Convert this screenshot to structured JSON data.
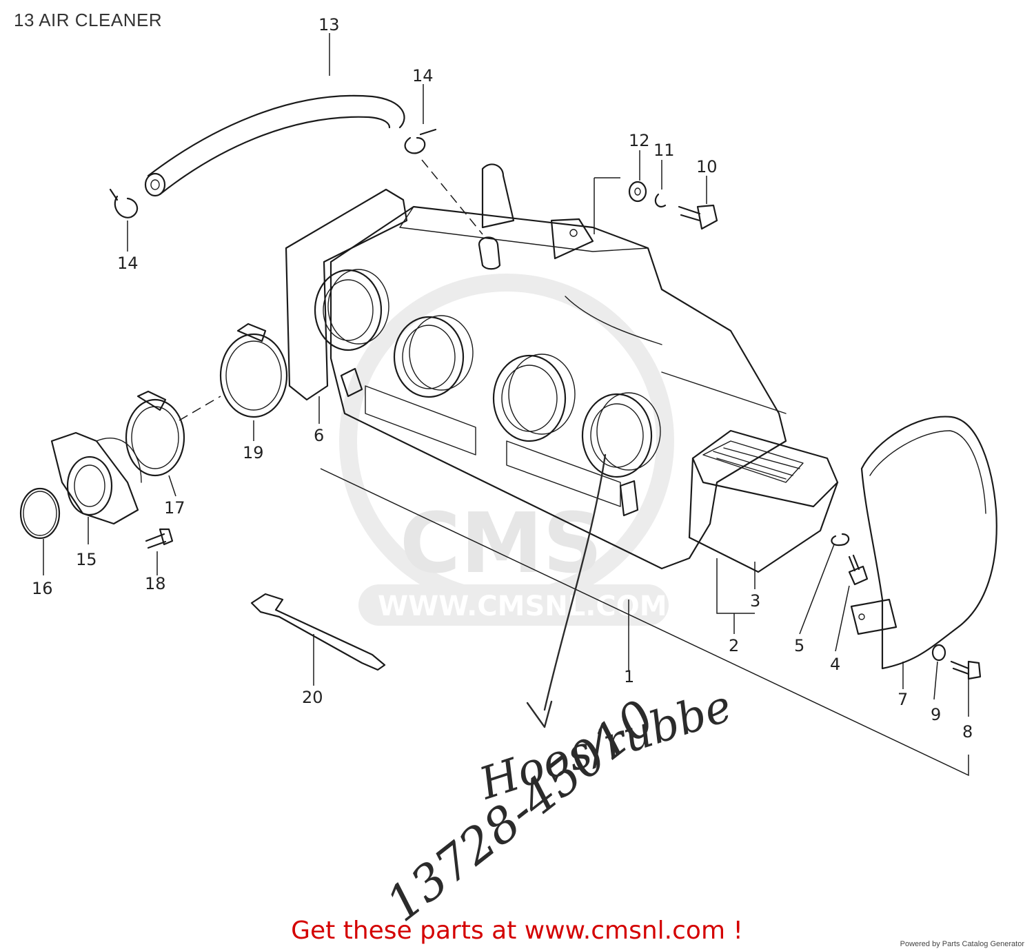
{
  "title": "13 AIR CLEANER",
  "callouts": [
    {
      "id": "13",
      "label": "13"
    },
    {
      "id": "14a",
      "label": "14"
    },
    {
      "id": "14b",
      "label": "14"
    },
    {
      "id": "12",
      "label": "12"
    },
    {
      "id": "11",
      "label": "11"
    },
    {
      "id": "10",
      "label": "10"
    },
    {
      "id": "19",
      "label": "19"
    },
    {
      "id": "6",
      "label": "6"
    },
    {
      "id": "17",
      "label": "17"
    },
    {
      "id": "15",
      "label": "15"
    },
    {
      "id": "16",
      "label": "16"
    },
    {
      "id": "18",
      "label": "18"
    },
    {
      "id": "3",
      "label": "3"
    },
    {
      "id": "2",
      "label": "2"
    },
    {
      "id": "5",
      "label": "5"
    },
    {
      "id": "4",
      "label": "4"
    },
    {
      "id": "1",
      "label": "1"
    },
    {
      "id": "7",
      "label": "7"
    },
    {
      "id": "9",
      "label": "9"
    },
    {
      "id": "8",
      "label": "8"
    },
    {
      "id": "20",
      "label": "20"
    }
  ],
  "handwritten_note": {
    "line1": "Hoos/rubbe",
    "line2": "13728-45010"
  },
  "watermark": {
    "logo": "CMS",
    "url": "WWW.CMSNL.COM"
  },
  "footer": {
    "promo": "Get these parts at www.cmsnl.com !",
    "powered_by": "Powered by Parts Catalog Generator"
  },
  "colors": {
    "promo": "#d40000",
    "ink": "#1a1a1a",
    "watermark": "#e6e6e6"
  }
}
